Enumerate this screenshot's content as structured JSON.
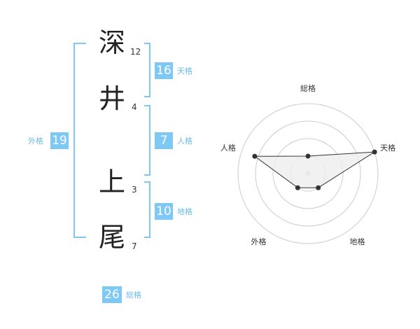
{
  "name_chars": [
    {
      "char": "深",
      "strokes": "12"
    },
    {
      "char": "井",
      "strokes": "4"
    },
    {
      "char": "上",
      "strokes": "3"
    },
    {
      "char": "尾",
      "strokes": "7"
    }
  ],
  "fortunes": {
    "tenkaku": {
      "value": "16",
      "label": "天格"
    },
    "jinkaku": {
      "value": "7",
      "label": "人格"
    },
    "chikaku": {
      "value": "10",
      "label": "地格"
    },
    "gaikaku": {
      "value": "19",
      "label": "外格"
    },
    "soukaku": {
      "value": "26",
      "label": "総格"
    }
  },
  "chart_data": {
    "type": "radar",
    "axes": [
      "総格",
      "天格",
      "地格",
      "外格",
      "人格"
    ],
    "values": [
      0.25,
      1.0,
      0.25,
      0.25,
      0.8
    ],
    "max": 1,
    "rings": 4,
    "colors": {
      "fill": "#eeeeee",
      "line": "#333333",
      "grid": "#cccccc",
      "accent": "#7ec8f6"
    }
  }
}
